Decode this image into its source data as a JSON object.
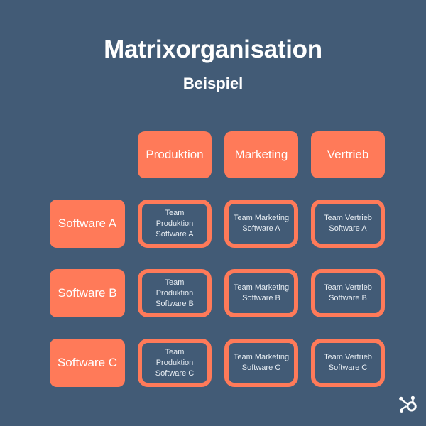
{
  "header": {
    "title": "Matrixorganisation",
    "subtitle": "Beispiel"
  },
  "colors": {
    "background": "#425B76",
    "accent": "#FF7A59",
    "heading_text": "#FFFFFF",
    "cell_text": "#E6ECF2",
    "logo": "#FFFFFF"
  },
  "matrix": {
    "corner_label": "",
    "columns": [
      {
        "label": "Produktion"
      },
      {
        "label": "Marketing"
      },
      {
        "label": "Vertrieb"
      }
    ],
    "rows": [
      {
        "label": "Software A",
        "cells": [
          {
            "line1": "Team Produktion",
            "line2": "Software A"
          },
          {
            "line1": "Team Marketing",
            "line2": "Software A"
          },
          {
            "line1": "Team Vertrieb",
            "line2": "Software A"
          }
        ]
      },
      {
        "label": "Software B",
        "cells": [
          {
            "line1": "Team Produktion",
            "line2": "Software B"
          },
          {
            "line1": "Team Marketing",
            "line2": "Software B"
          },
          {
            "line1": "Team Vertrieb",
            "line2": "Software B"
          }
        ]
      },
      {
        "label": "Software C",
        "cells": [
          {
            "line1": "Team Produktion",
            "line2": "Software C"
          },
          {
            "line1": "Team Marketing",
            "line2": "Software C"
          },
          {
            "line1": "Team Vertrieb",
            "line2": "Software C"
          }
        ]
      }
    ]
  },
  "branding": {
    "logo_name": "hubspot-sprocket-icon"
  }
}
